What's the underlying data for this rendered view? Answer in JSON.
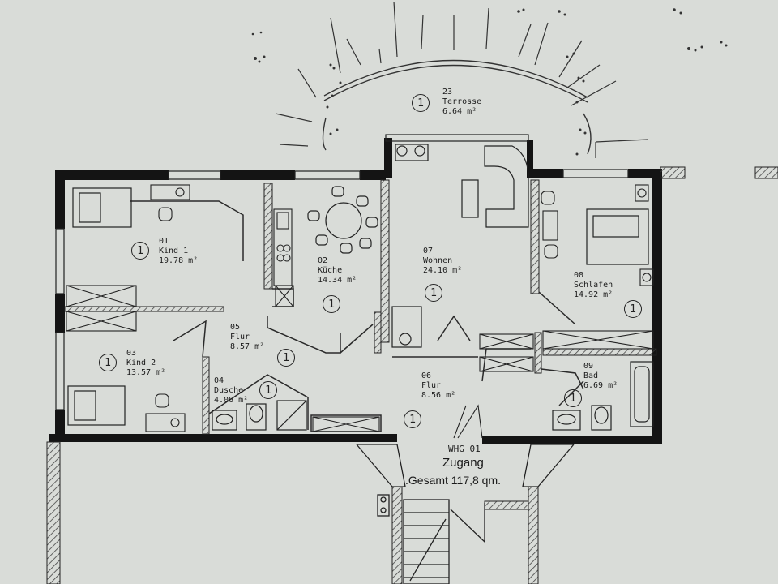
{
  "rooms": [
    {
      "number": "01",
      "name": "Kind 1",
      "area": "19.78 m²",
      "marker": "1"
    },
    {
      "number": "02",
      "name": "Küche",
      "area": "14.34 m²",
      "marker": "1"
    },
    {
      "number": "03",
      "name": "Kind 2",
      "area": "13.57 m²",
      "marker": "1"
    },
    {
      "number": "04",
      "name": "Dusche",
      "area": "4.06 m²",
      "marker": "1"
    },
    {
      "number": "05",
      "name": "Flur",
      "area": "8.57 m²",
      "marker": "1"
    },
    {
      "number": "06",
      "name": "Flur",
      "area": "8.56 m²",
      "marker": "1"
    },
    {
      "number": "07",
      "name": "Wohnen",
      "area": "24.10 m²",
      "marker": "1"
    },
    {
      "number": "08",
      "name": "Schlafen",
      "area": "14.92 m²",
      "marker": "1"
    },
    {
      "number": "09",
      "name": "Bad",
      "area": "6.69 m²",
      "marker": "1"
    },
    {
      "number": "23",
      "name": "Terrosse",
      "area": "6.64 m²",
      "marker": "1"
    }
  ],
  "unit": {
    "label": "WHG 01",
    "entrance": "Zugang",
    "total": ".Gesamt 117,8 qm."
  },
  "colors": {
    "paper": "#d9dcd8",
    "wall": "#141414",
    "hatch": "#444444",
    "line": "#2a2a2a"
  }
}
